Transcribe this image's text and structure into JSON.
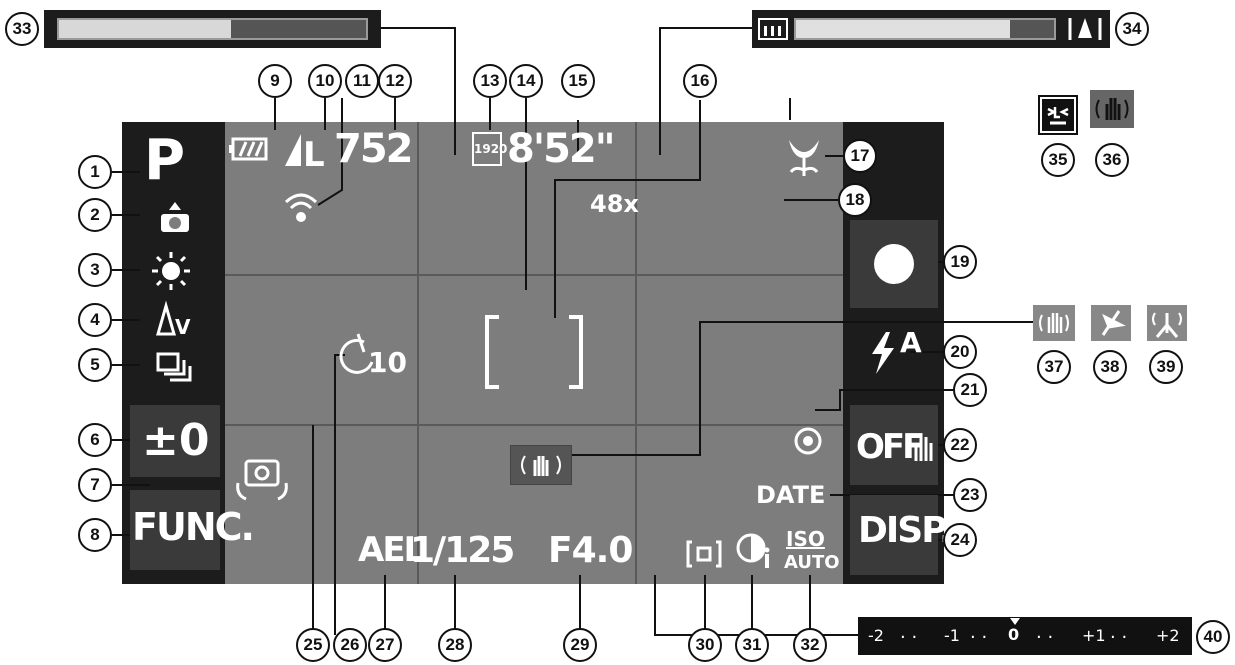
{
  "colors": {
    "screen": "#7d7d7d",
    "panel": "#1c1c1c",
    "grid": "#5a5a5a",
    "text": "#ffffff",
    "ink": "#111111"
  },
  "left_panel": {
    "mode": "P",
    "exposure": "±0",
    "func": "FUNC."
  },
  "top_row": {
    "shots_remaining": "752",
    "movie_size": "1920",
    "movie_time": "8'52\""
  },
  "overlay": {
    "zoom": "48x",
    "self_timer": "10",
    "ael": "AEL",
    "shutter": "1/125",
    "aperture": "F4.0",
    "date": "DATE",
    "iso_top": "ISO",
    "iso_bottom": "AUTO"
  },
  "right_panel": {
    "disp": "DISP.",
    "flash_mode": "A",
    "is_off": "OFF"
  },
  "exposure_scale": {
    "labels": [
      "-2",
      "-1",
      "0",
      "+1",
      "+2"
    ],
    "level": 0
  },
  "zoom_bar": {
    "fill": 0.56
  },
  "focus_bar": {
    "fill": 0.83
  },
  "icons": [
    "battery-icon",
    "compression-icon",
    "wifi-icon",
    "shooting-mode-icon",
    "white-balance-icon",
    "my-colors-icon",
    "drive-mode-icon",
    "camera-shake-icon",
    "self-timer-icon",
    "macro-icon",
    "record-icon",
    "flash-icon",
    "red-eye-icon",
    "is-off-icon",
    "metering-icon",
    "i-contrast-icon",
    "blink-detection-icon",
    "hand-shake-icon",
    "hybrid-icon",
    "pan-icon",
    "tripod-icon",
    "focus-range-icon"
  ],
  "callouts": [
    "1",
    "2",
    "3",
    "4",
    "5",
    "6",
    "7",
    "8",
    "9",
    "10",
    "11",
    "12",
    "13",
    "14",
    "15",
    "16",
    "17",
    "18",
    "19",
    "20",
    "21",
    "22",
    "23",
    "24",
    "25",
    "26",
    "27",
    "28",
    "29",
    "30",
    "31",
    "32",
    "33",
    "34",
    "35",
    "36",
    "37",
    "38",
    "39",
    "40"
  ]
}
